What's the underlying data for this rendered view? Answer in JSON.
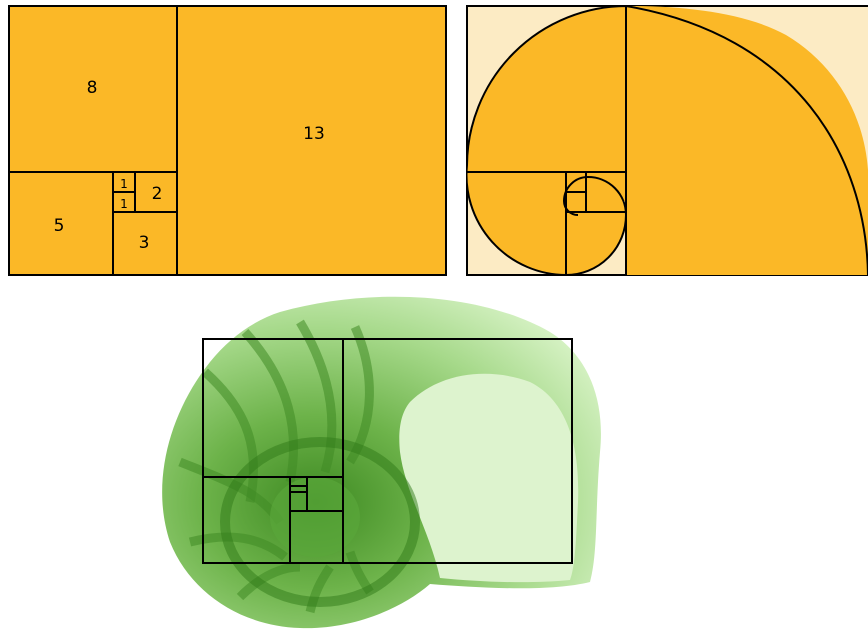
{
  "colors": {
    "gold": "#FBB827",
    "cream": "#FCEBC4",
    "stroke": "#000000",
    "shell_dark": "#4F9A2E",
    "shell_mid": "#7DBF5A",
    "shell_light": "#C8EDB0",
    "shell_pale": "#E3F6D6"
  },
  "squares_panel": {
    "labels": {
      "sq13": "13",
      "sq8": "8",
      "sq5": "5",
      "sq3": "3",
      "sq2": "2",
      "sq1a": "1",
      "sq1b": "1"
    }
  },
  "spiral_panel": {},
  "shell_panel": {
    "subject": "nautilus-shell"
  }
}
